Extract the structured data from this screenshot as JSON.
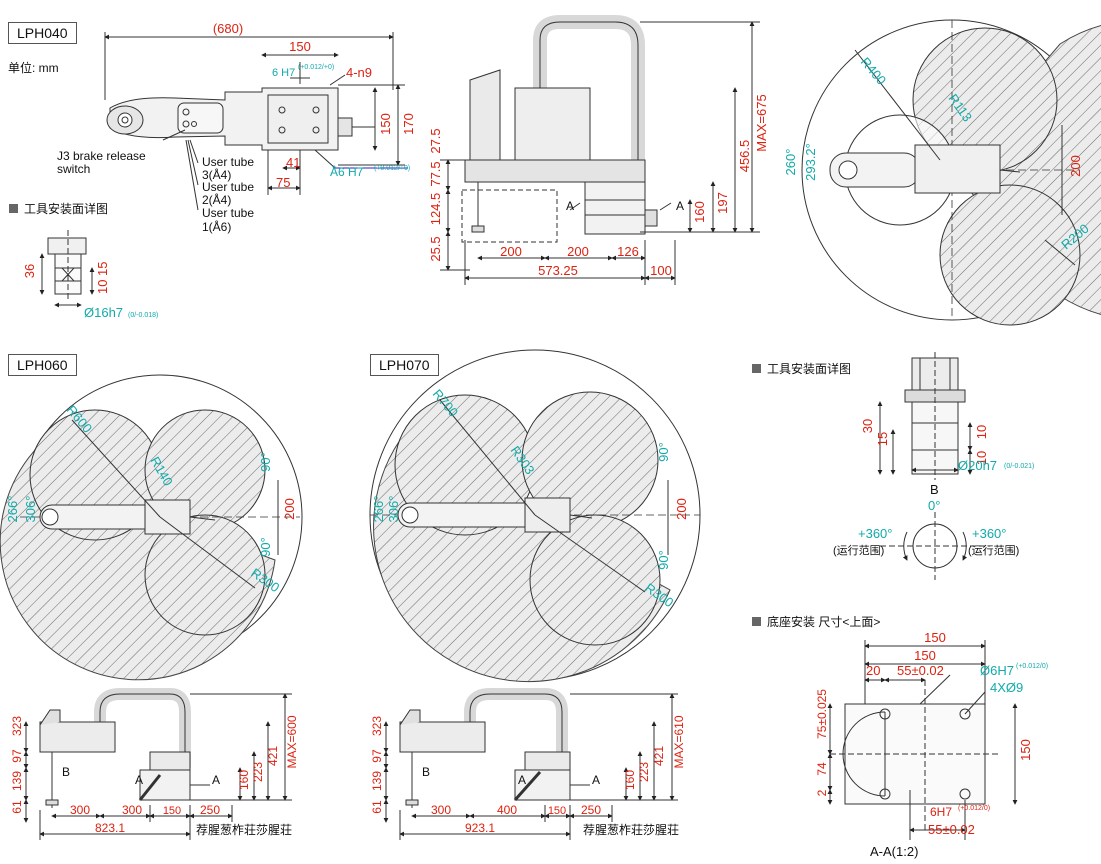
{
  "models": {
    "lph040": "LPH040",
    "lph060": "LPH060",
    "lph070": "LPH070"
  },
  "unit_label": "单位: mm",
  "section_tool_mount": "工具安装面详图",
  "section_base_mount": "底座安装 尺寸<上面>",
  "section_view_b": "B",
  "section_aa": "A-A(1:2)",
  "top40": {
    "dim_680": "(680)",
    "dim_150": "150",
    "dim_6h7": "6 H7",
    "dim_6h7_tol": "(+0.012/+0)",
    "dim_4n9": "4-n9",
    "dim_150v": "150",
    "dim_170": "170",
    "dim_41": "41",
    "dim_75": "75",
    "dim_a6h7": "Å6 H7",
    "dim_a6h7_tol": "(+0.012/+0)",
    "j3_brake": "J3 brake release",
    "j3_switch": "switch",
    "ut3a": "User tube",
    "ut3b": "3(Å4)",
    "ut2a": "User tube",
    "ut2b": "2(Å4)",
    "ut1a": "User tube",
    "ut1b": "1(Å6)"
  },
  "tool40": {
    "d36": "36",
    "d10": "10",
    "d15": "15",
    "d16h7": "Ø16h7",
    "d16h7_tol": "(0/-0.018)"
  },
  "side40": {
    "max675": "MAX=675",
    "d456": "456.5",
    "d197": "197",
    "d160": "160",
    "d77": "77.5",
    "d27": "27.5",
    "d124": "124.5",
    "d25": "25.5",
    "d200a": "200",
    "d200b": "200",
    "d126": "126",
    "d573": "573.25",
    "d100": "100",
    "a_left": "A",
    "a_right": "A"
  },
  "work40": {
    "r400": "R400",
    "r113": "R113",
    "r200": "R200",
    "d260": "260°",
    "d293": "293.2°",
    "d200": "200"
  },
  "work60": {
    "r600": "R600",
    "r140": "R140",
    "r300": "R300",
    "d266": "266°",
    "d306": "306°",
    "d90a": "90°",
    "d90b": "90°",
    "d200": "200"
  },
  "work70": {
    "r700": "R700",
    "r303": "R303",
    "r300": "R300",
    "d266": "266°",
    "d306": "306°",
    "d90a": "90°",
    "d90b": "90°",
    "d200": "200"
  },
  "side60": {
    "d323": "323",
    "d97": "97",
    "d139": "139",
    "d61": "61",
    "b": "B",
    "a1": "A",
    "a2": "A",
    "d160": "160",
    "d223": "223",
    "d421": "421",
    "max": "MAX=600",
    "d300a": "300",
    "d300b": "300",
    "d150": "150",
    "d250": "250",
    "d823": "823.1",
    "garbled": "荐腥葱柞荘莎腥荘"
  },
  "side70": {
    "d323": "323",
    "d97": "97",
    "d139": "139",
    "d61": "61",
    "b": "B",
    "a1": "A",
    "a2": "A",
    "d160": "160",
    "d223": "223",
    "d421": "421",
    "max": "MAX=610",
    "d300": "300",
    "d400": "400",
    "d150": "150",
    "d250": "250",
    "d923": "923.1",
    "garbled": "荐腥葱柞荘莎腥荘"
  },
  "tool2": {
    "d30": "30",
    "d15": "15",
    "d10a": "10",
    "d10b": "10",
    "d20h7": "Ø20h7",
    "d20h7_tol": "(0/-0.021)"
  },
  "rot": {
    "zero": "0°",
    "left": "+360°",
    "right": "+360°",
    "left_range": "(运行范围)",
    "right_range": "(运行范围)"
  },
  "base": {
    "d150a": "150",
    "d150b": "150",
    "d20": "20",
    "d55a": "55±0.02",
    "d6h7": "Ø6H7",
    "d6h7_tol": "(+0.012/0)",
    "d4x9": "4XØ9",
    "d75": "75±0.025",
    "d74": "74",
    "d2": "2",
    "d150v": "150",
    "d6h7b": "6H7",
    "d6h7b_tol": "(+0.012/0)",
    "d55b": "55±0.02"
  }
}
